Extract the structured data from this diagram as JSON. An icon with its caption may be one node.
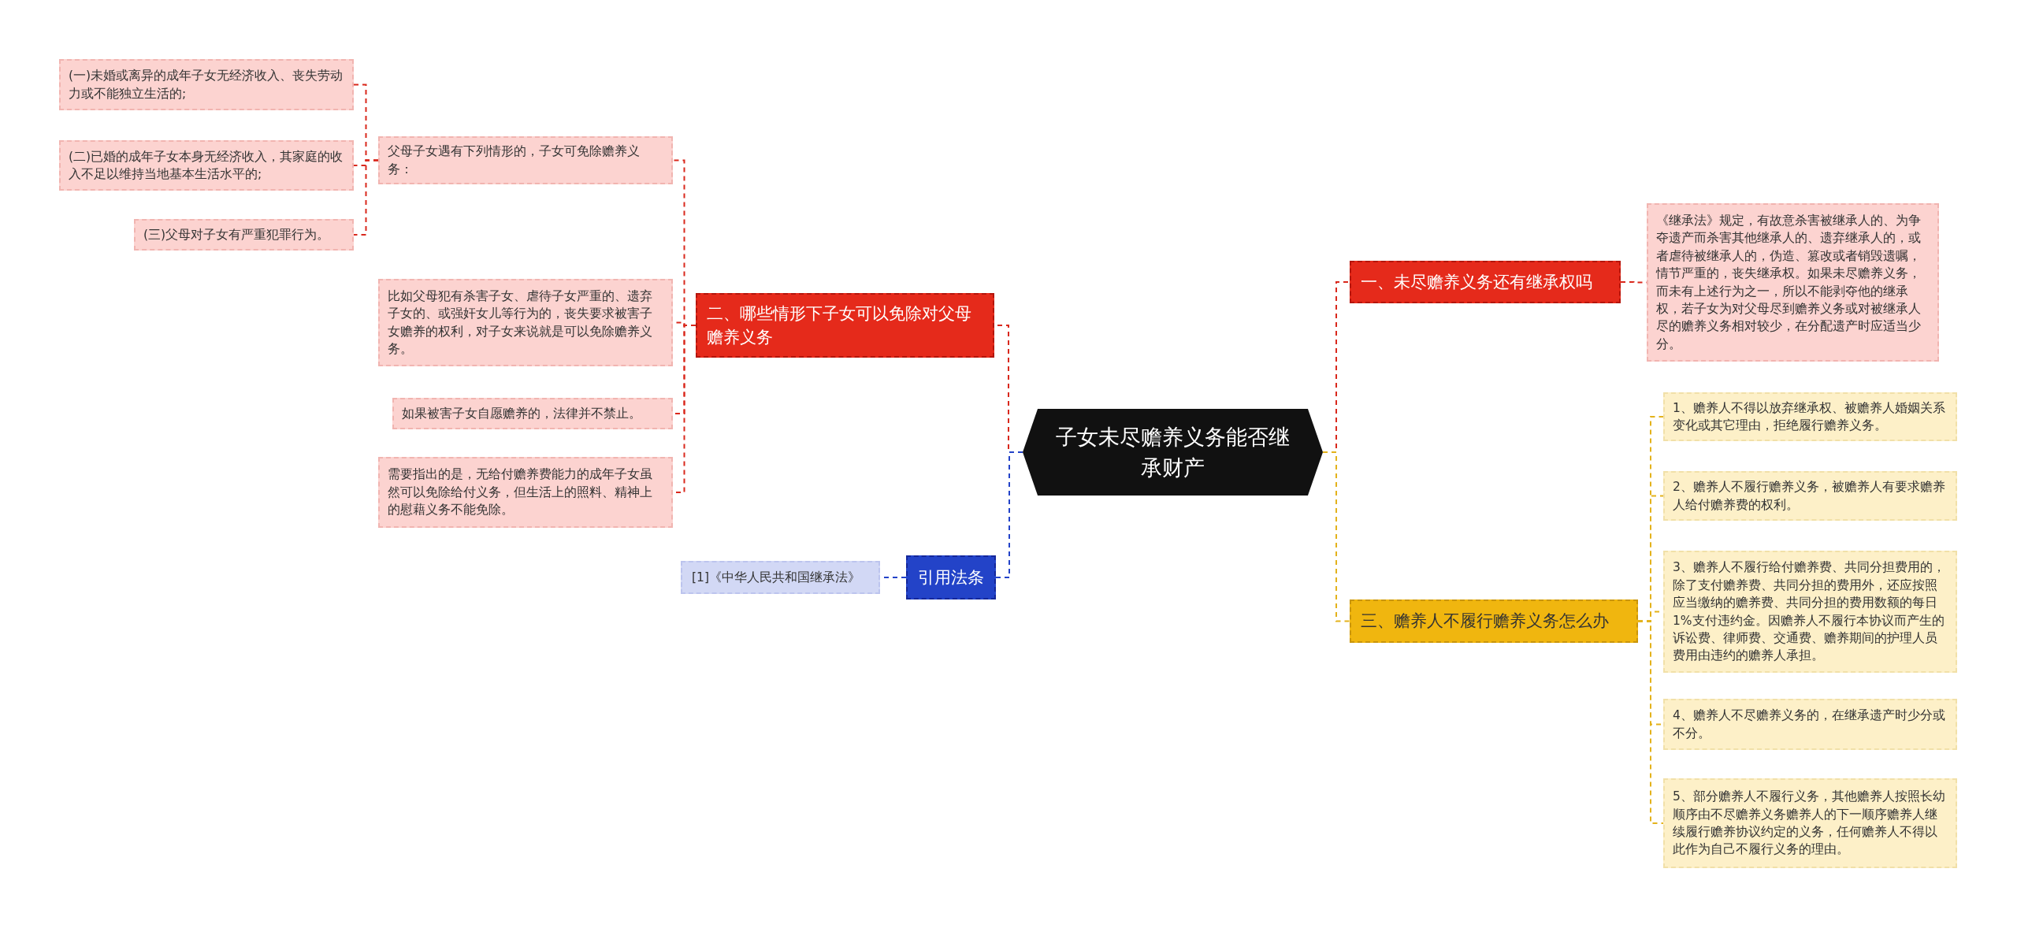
{
  "diagram": {
    "nodes": [
      {
        "text": [
          "子女未尽赡养义务能否继承财产"
        ]
      },
      {
        "text": [
          "一、未尽赡养义务还有继承权吗"
        ]
      },
      {
        "text": [
          "《继承法》规定，有故意杀害被继承人的、为争夺遗产而杀害其他继承人的、遗弃继承人的，或者虐待被继承人的，伪造、篡改或者销毁遗嘱，情节严重的，丧失继承权。如果未尽赡养义务，而未有上述行为之一，所以不能剥夺他的继承权，若子女为对父母尽到赡养义务或对被继承人尽的赡养义务相对较少，在分配遗产时应适当少分。"
        ]
      },
      {
        "text": [
          "二、哪些情形下子女可以免除对父母赡养义务"
        ]
      },
      {
        "text": [
          "父母子女遇有下列情形的，子女可免除赡养义务："
        ]
      },
      {
        "text": [
          "(一)未婚或离异的成年子女无经济收入、丧失劳动力或不能独立生活的;"
        ]
      },
      {
        "text": [
          "(二)已婚的成年子女本身无经济收入，其家庭的收入不足以维持当地基本生活水平的;"
        ]
      },
      {
        "text": [
          "(三)父母对子女有严重犯罪行为。"
        ]
      },
      {
        "text": [
          "比如父母犯有杀害子女、虐待子女严重的、遗弃子女的、或强奸女儿等行为的，丧失要求被害子女赡养的权利，对子女来说就是可以免除赡养义务。"
        ]
      },
      {
        "text": [
          "如果被害子女自愿赡养的，法律并不禁止。"
        ]
      },
      {
        "text": [
          "需要指出的是，无给付赡养费能力的成年子女虽然可以免除给付义务，但生活上的照料、精神上的慰藉义务不能免除。"
        ]
      },
      {
        "text": [
          "引用法条"
        ]
      },
      {
        "text": [
          "[1]《中华人民共和国继承法》"
        ]
      },
      {
        "text": [
          "三、赡养人不履行赡养义务怎么办"
        ]
      },
      {
        "text": [
          "1、赡养人不得以放弃继承权、被赡养人婚姻关系变化或其它理由，拒绝履行赡养义务。"
        ]
      },
      {
        "text": [
          "2、赡养人不履行赡养义务，被赡养人有要求赡养人给付赡养费的权利。"
        ]
      },
      {
        "text": [
          "3、赡养人不履行给付赡养费、共同分担费用的，除了支付赡养费、共同分担的费用外，还应按照应当缴纳的赡养费、共同分担的费用数额的每日1%支付违约金。因赡养人不履行本协议而产生的诉讼费、律师费、交通费、赡养期间的护理人员费用由违约的赡养人承担。"
        ]
      },
      {
        "text": [
          "4、赡养人不尽赡养义务的，在继承遗产时少分或不分。"
        ]
      },
      {
        "text": [
          "5、部分赡养人不履行义务，其他赡养人按照长幼顺序由不尽赡养义务赡养人的下一顺序赡养人继续履行赡养协议约定的义务，任何赡养人不得以此作为自己不履行义务的理由。"
        ]
      }
    ],
    "edges": [
      {
        "from": 0,
        "to": 1,
        "arrow": "none",
        "style": "dashed"
      },
      {
        "from": 1,
        "to": 2,
        "arrow": "none",
        "style": "dashed"
      },
      {
        "from": 0,
        "to": 3,
        "arrow": "none",
        "style": "dashed"
      },
      {
        "from": 3,
        "to": 4,
        "arrow": "none",
        "style": "dashed"
      },
      {
        "from": 4,
        "to": 5,
        "arrow": "none",
        "style": "dashed"
      },
      {
        "from": 4,
        "to": 6,
        "arrow": "none",
        "style": "dashed"
      },
      {
        "from": 4,
        "to": 7,
        "arrow": "none",
        "style": "dashed"
      },
      {
        "from": 3,
        "to": 8,
        "arrow": "none",
        "style": "dashed"
      },
      {
        "from": 3,
        "to": 9,
        "arrow": "none",
        "style": "dashed"
      },
      {
        "from": 3,
        "to": 10,
        "arrow": "none",
        "style": "dashed"
      },
      {
        "from": 0,
        "to": 11,
        "arrow": "none",
        "style": "dashed",
        "color": "#2343c8"
      },
      {
        "from": 11,
        "to": 12,
        "arrow": "none",
        "style": "dashed",
        "color": "#2343c8"
      },
      {
        "from": 0,
        "to": 13,
        "arrow": "none",
        "style": "dashed",
        "color": "#e3b21b"
      },
      {
        "from": 13,
        "to": 14,
        "arrow": "none",
        "style": "dashed",
        "color": "#e3b21b"
      },
      {
        "from": 13,
        "to": 15,
        "arrow": "none",
        "style": "dashed",
        "color": "#e3b21b"
      },
      {
        "from": 13,
        "to": 16,
        "arrow": "none",
        "style": "dashed",
        "color": "#e3b21b"
      },
      {
        "from": 13,
        "to": 17,
        "arrow": "none",
        "style": "dashed",
        "color": "#e3b21b"
      },
      {
        "from": 13,
        "to": 18,
        "arrow": "none",
        "style": "dashed",
        "color": "#e3b21b"
      }
    ]
  }
}
